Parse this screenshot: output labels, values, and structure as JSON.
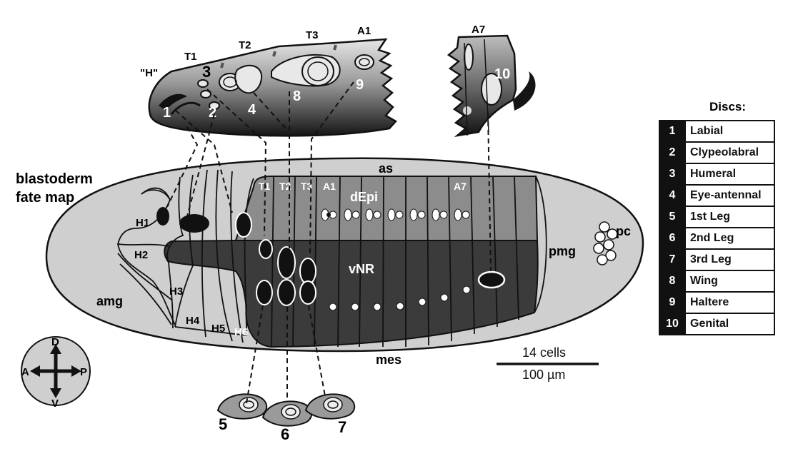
{
  "embryo": {
    "title_line1": "blastoderm",
    "title_line2": "fate map",
    "regions": {
      "as": "as",
      "dEpi": "dEpi",
      "vNR": "vNR",
      "mes": "mes",
      "amg": "amg",
      "pmg": "pmg",
      "pc": "pc"
    },
    "head_segments": [
      "H1",
      "H2",
      "H3",
      "H4",
      "H5",
      "H6"
    ],
    "trunk_segments": [
      "T1",
      "T2",
      "T3",
      "A1",
      "A7"
    ]
  },
  "larva": {
    "labels": [
      "\"H\"",
      "T1",
      "T2",
      "T3",
      "A1",
      "A7"
    ],
    "disc_numbers": [
      "1",
      "2",
      "3",
      "4",
      "8",
      "9",
      "10"
    ]
  },
  "leg_disc_numbers": [
    "5",
    "6",
    "7"
  ],
  "scale_bar": {
    "top": "14 cells",
    "bottom": "100 µm"
  },
  "compass": {
    "d": "D",
    "v": "V",
    "a": "A",
    "p": "P"
  },
  "legend": {
    "title": "Discs:",
    "items": [
      {
        "num": "1",
        "name": "Labial"
      },
      {
        "num": "2",
        "name": "Clypeolabral"
      },
      {
        "num": "3",
        "name": "Humeral"
      },
      {
        "num": "4",
        "name": "Eye-antennal"
      },
      {
        "num": "5",
        "name": "1st Leg"
      },
      {
        "num": "6",
        "name": "2nd Leg"
      },
      {
        "num": "7",
        "name": "3rd Leg"
      },
      {
        "num": "8",
        "name": "Wing"
      },
      {
        "num": "9",
        "name": "Haltere"
      },
      {
        "num": "10",
        "name": "Genital"
      }
    ]
  },
  "colors": {
    "embryo_light": "#cfcfcf",
    "dorsal_epidermis": "#8c8c8c",
    "ventral_neuro": "#3b3b3b",
    "ink": "#111111"
  }
}
